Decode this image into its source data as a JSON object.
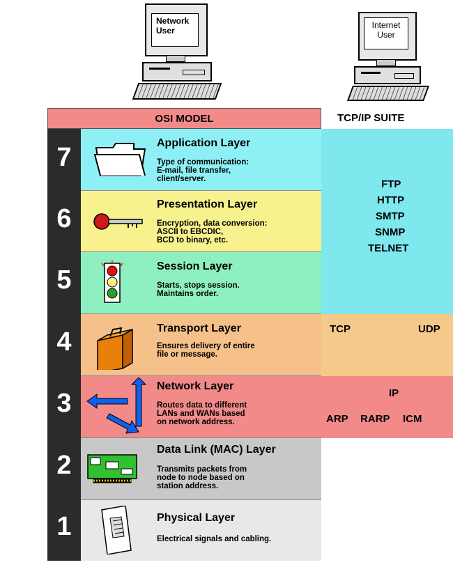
{
  "computers": {
    "network_user": "Network\nUser",
    "internet_user": "Internet\nUser"
  },
  "headers": {
    "osi": "OSI MODEL",
    "tcp": "TCP/IP SUITE"
  },
  "layers": [
    {
      "number": "7",
      "title": "Application Layer",
      "description": "Type of communication:\nE-mail, file transfer,\nclient/server.",
      "color": "#8ef0f5",
      "icon": "folder-icon"
    },
    {
      "number": "6",
      "title": "Presentation Layer",
      "description": "Encryption, data conversion:\nASCII to EBCDIC,\nBCD to binary, etc.",
      "color": "#f8f28e",
      "icon": "key-icon"
    },
    {
      "number": "5",
      "title": "Session Layer",
      "description": "Starts, stops session.\nMaintains order.",
      "color": "#8ef0c0",
      "icon": "traffic-light-icon"
    },
    {
      "number": "4",
      "title": "Transport Layer",
      "description": "Ensures delivery of entire\nfile or message.",
      "color": "#f5c08a",
      "icon": "suitcase-icon"
    },
    {
      "number": "3",
      "title": "Network Layer",
      "description": "Routes data to different\nLANs and WANs based\non network address.",
      "color": "#f28a8a",
      "icon": "arrows-icon"
    },
    {
      "number": "2",
      "title": "Data Link (MAC) Layer",
      "description": "Transmits packets from\nnode to node based on\nstation address.",
      "color": "#c8c8c8",
      "icon": "network-card-icon"
    },
    {
      "number": "1",
      "title": "Physical Layer",
      "description": "Electrical signals and cabling.",
      "color": "#e8e8e8",
      "icon": "jack-icon"
    }
  ],
  "tcpip": {
    "application_protocols": [
      "FTP",
      "HTTP",
      "SMTP",
      "SNMP",
      "TELNET"
    ],
    "transport_protocols": [
      "TCP",
      "UDP"
    ],
    "network_top": "IP",
    "network_bottom": [
      "ARP",
      "RARP",
      "ICM"
    ],
    "colors": {
      "application": "#7ee8ee",
      "transport": "#f5c98a",
      "network": "#f28a8a"
    }
  }
}
